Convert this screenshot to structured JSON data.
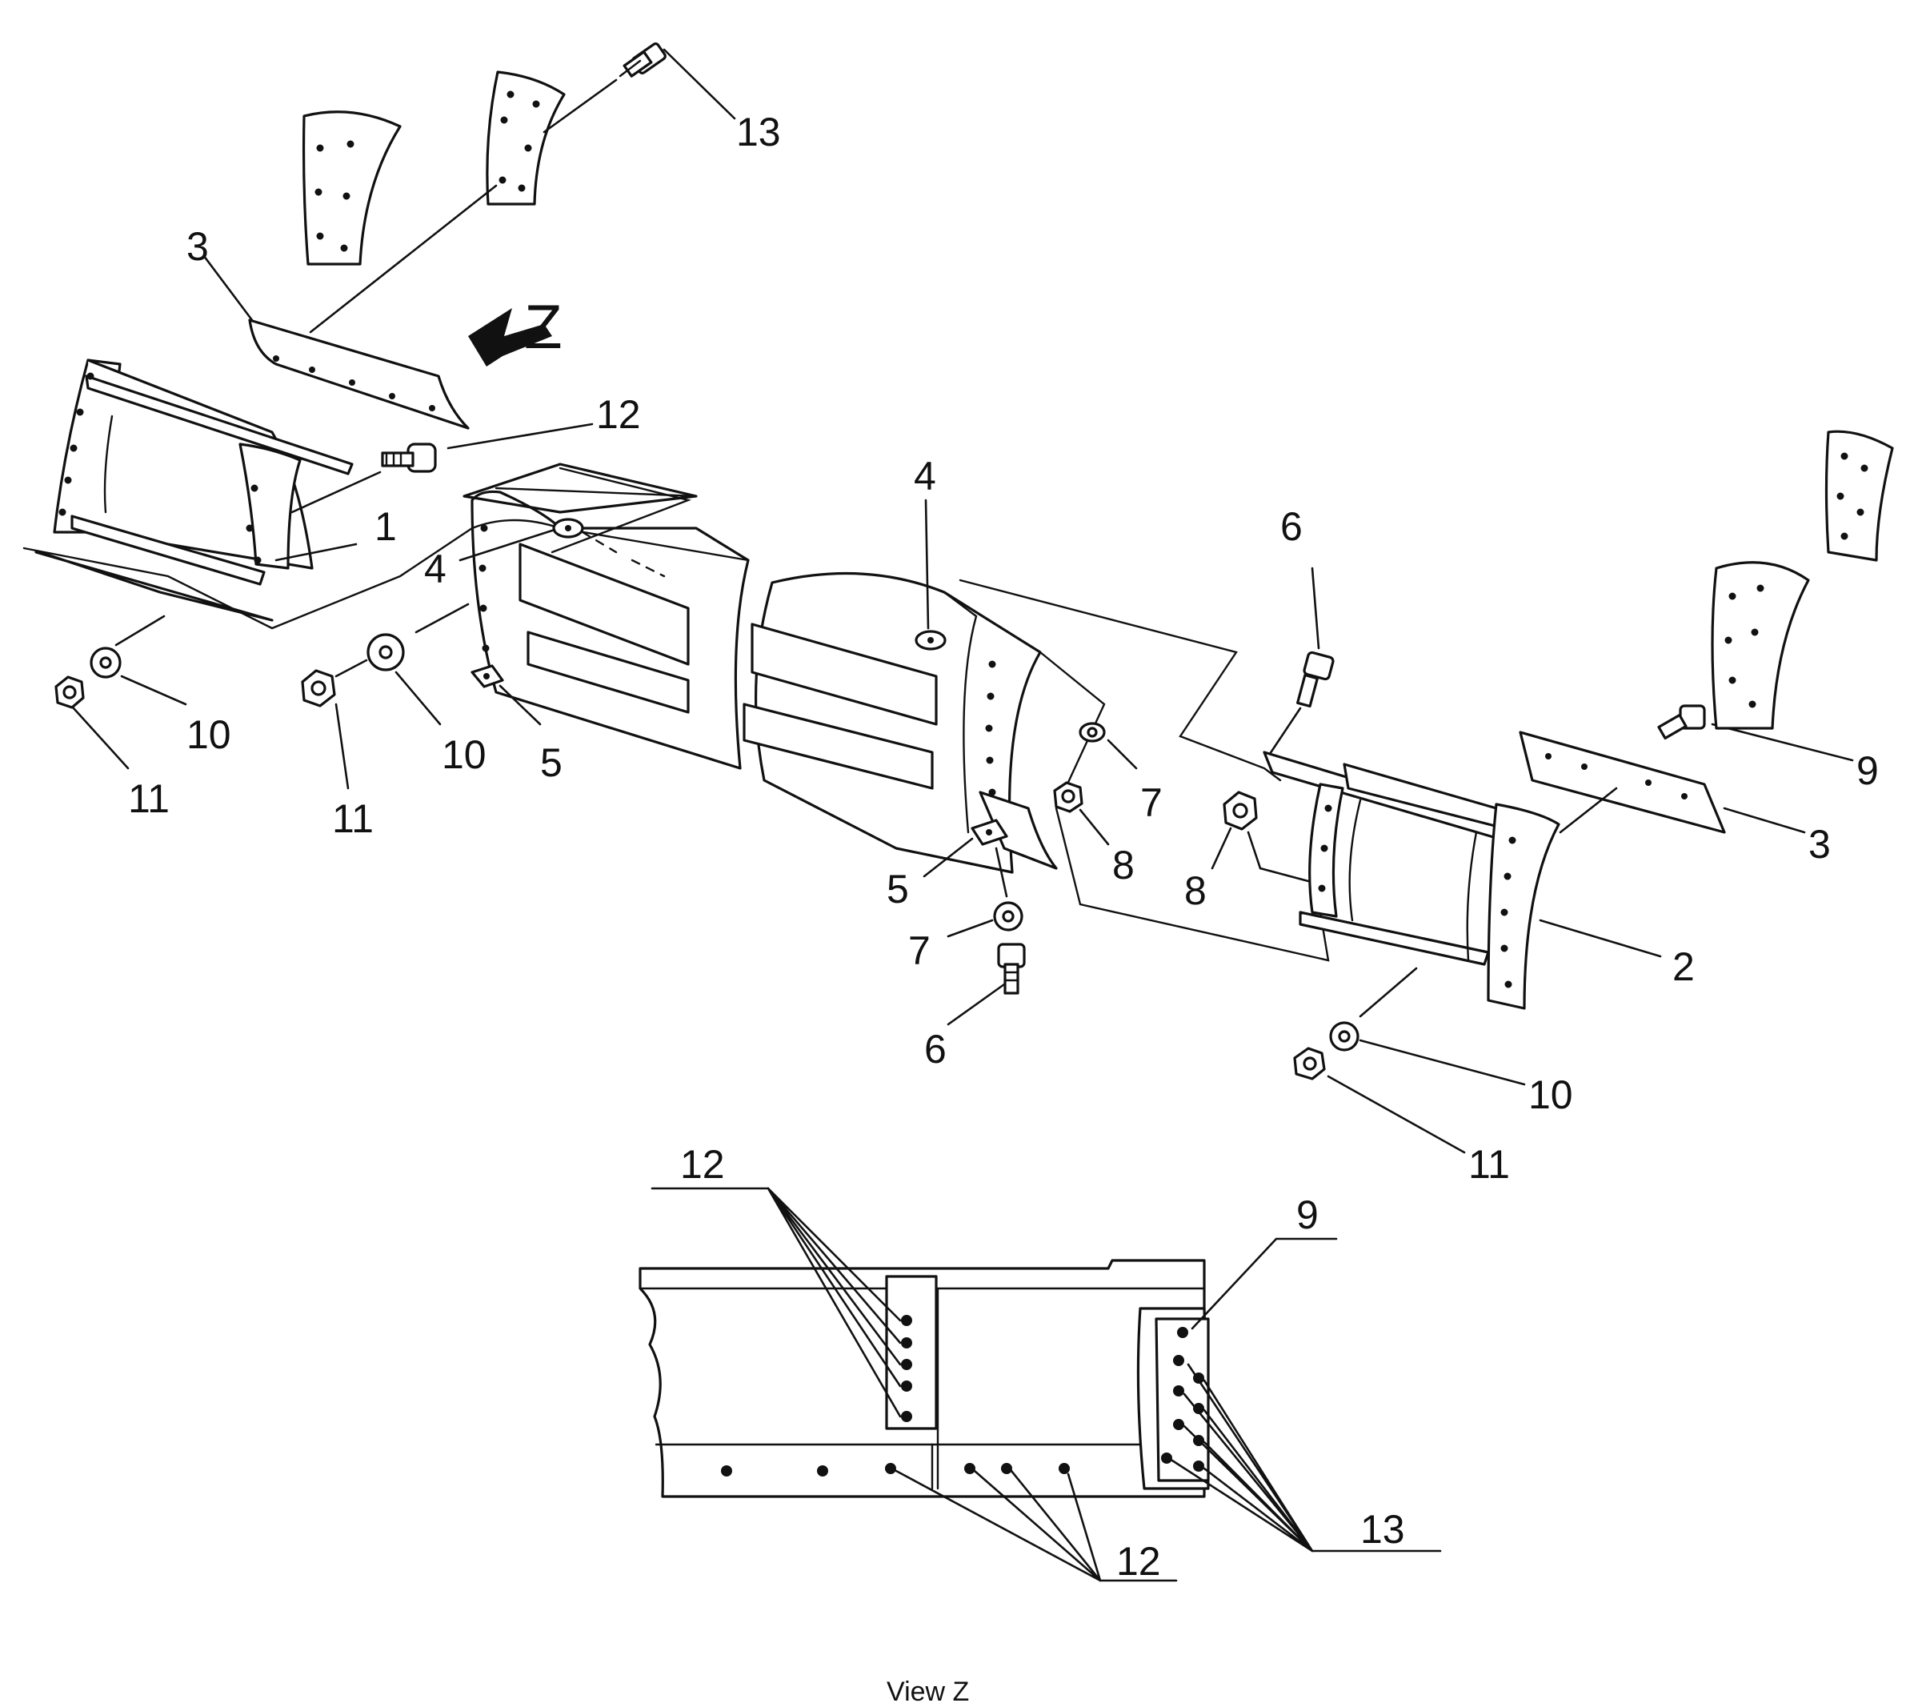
{
  "drawing": {
    "view_arrow_letter": "Z",
    "view_caption": "View  Z",
    "callouts": {
      "p1": "1",
      "p2": "2",
      "p3": "3",
      "p4": "4",
      "p5": "5",
      "p6": "6",
      "p7": "7",
      "p8": "8",
      "p9": "9",
      "p10": "10",
      "p11": "11",
      "p12": "12",
      "p13": "13"
    }
  }
}
